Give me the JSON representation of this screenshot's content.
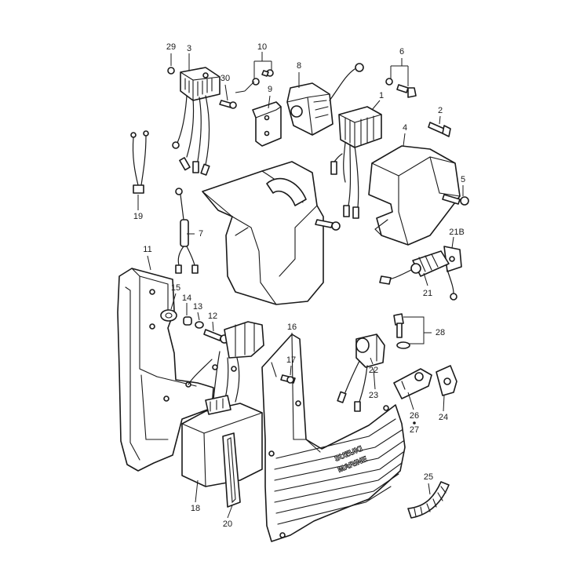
{
  "diagram": {
    "callouts": [
      "1",
      "2",
      "3",
      "4",
      "5",
      "6",
      "7",
      "8",
      "9",
      "10",
      "11",
      "12",
      "13",
      "14",
      "15",
      "16",
      "17",
      "18",
      "19",
      "20",
      "21",
      "21B",
      "22",
      "23",
      "24",
      "25",
      "26",
      "27",
      "28",
      "29",
      "30"
    ],
    "brand_lettering": [
      "SUZUKI",
      "MARINE"
    ]
  }
}
